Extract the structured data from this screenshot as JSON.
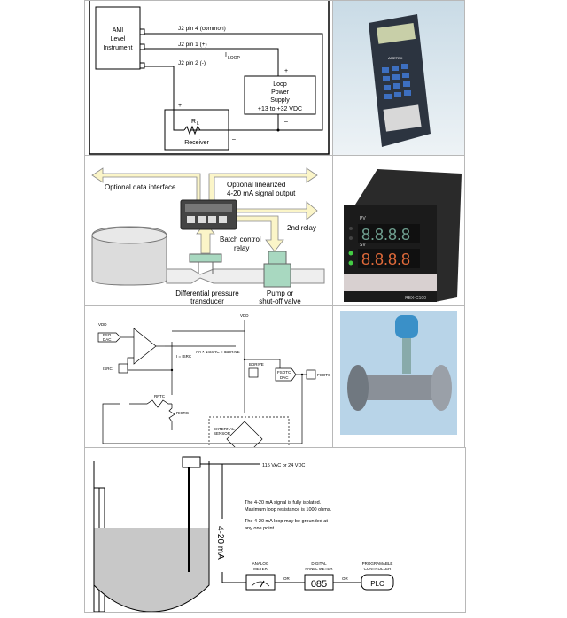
{
  "loop_wiring": {
    "instrument": [
      "AMI",
      "Level",
      "Instrument"
    ],
    "pins": [
      "J2 pin 4 (common)",
      "J2 pin 1 (+)",
      "J2 pin 2 (-)"
    ],
    "current": "I",
    "current_sub": "LOOP",
    "supply": [
      "Loop",
      "Power",
      "Supply",
      "+13 to +32 VDC"
    ],
    "resistor": "R",
    "resistor_sub": "L",
    "receiver": "Receiver",
    "plus": "+",
    "minus": "–"
  },
  "calibrator_photo": {
    "brand": "AMETEK"
  },
  "process_diagram": {
    "data_interface": "Optional data interface",
    "signal_output": [
      "Optional linearized",
      "4-20 mA signal output"
    ],
    "second_relay": "2nd relay",
    "batch_relay": [
      "Batch control",
      "relay"
    ],
    "transducer": [
      "Differential pressure",
      "transducer"
    ],
    "valve": [
      "Pump or",
      "shut-off valve"
    ]
  },
  "controller_photo": {
    "pv": "PV",
    "sv": "SV",
    "pv_digits": "8.8.8.8",
    "sv_digits": "8.8.8.8",
    "model": "REX-C100"
  },
  "sensor_circuit": {
    "vdd": "VDD",
    "fso_dac": [
      "FSO",
      "DAC"
    ],
    "isrc": "ISRC",
    "i_eq": "I = ISRC",
    "aa_eq": "AA × 14ISRC = IBDRIVE",
    "bdrive": "BDRIVE",
    "rftc": "RFTC",
    "risrc": "RISRC",
    "fsotc_dac": [
      "FSOTC",
      "DAC"
    ],
    "fsotc": "FSOTC",
    "external_sensor": [
      "EXTERNAL",
      "SENSOR"
    ]
  },
  "tank_diagram": {
    "supply": "115 VAC or 24 VDC",
    "note1": [
      "The 4-20 mA signal is fully isolated.",
      "Maximum loop resistance is 1000 ohms."
    ],
    "note2": [
      "The 4-20 mA loop may be grounded at",
      "any one point."
    ],
    "signal": "4-20 mA",
    "analog_meter": [
      "ANALOG",
      "METER"
    ],
    "digital_meter": [
      "DIGITAL",
      "PANEL METER"
    ],
    "digital_value": "085",
    "plc_label": [
      "PROGRAMABLE",
      "CONTROLLER"
    ],
    "plc": "PLC",
    "or": "OR"
  },
  "colors": {
    "arrow_fill": "#fbf5c8",
    "device_green": "#a8d8c0",
    "tank_gray": "#dcdcdc"
  }
}
